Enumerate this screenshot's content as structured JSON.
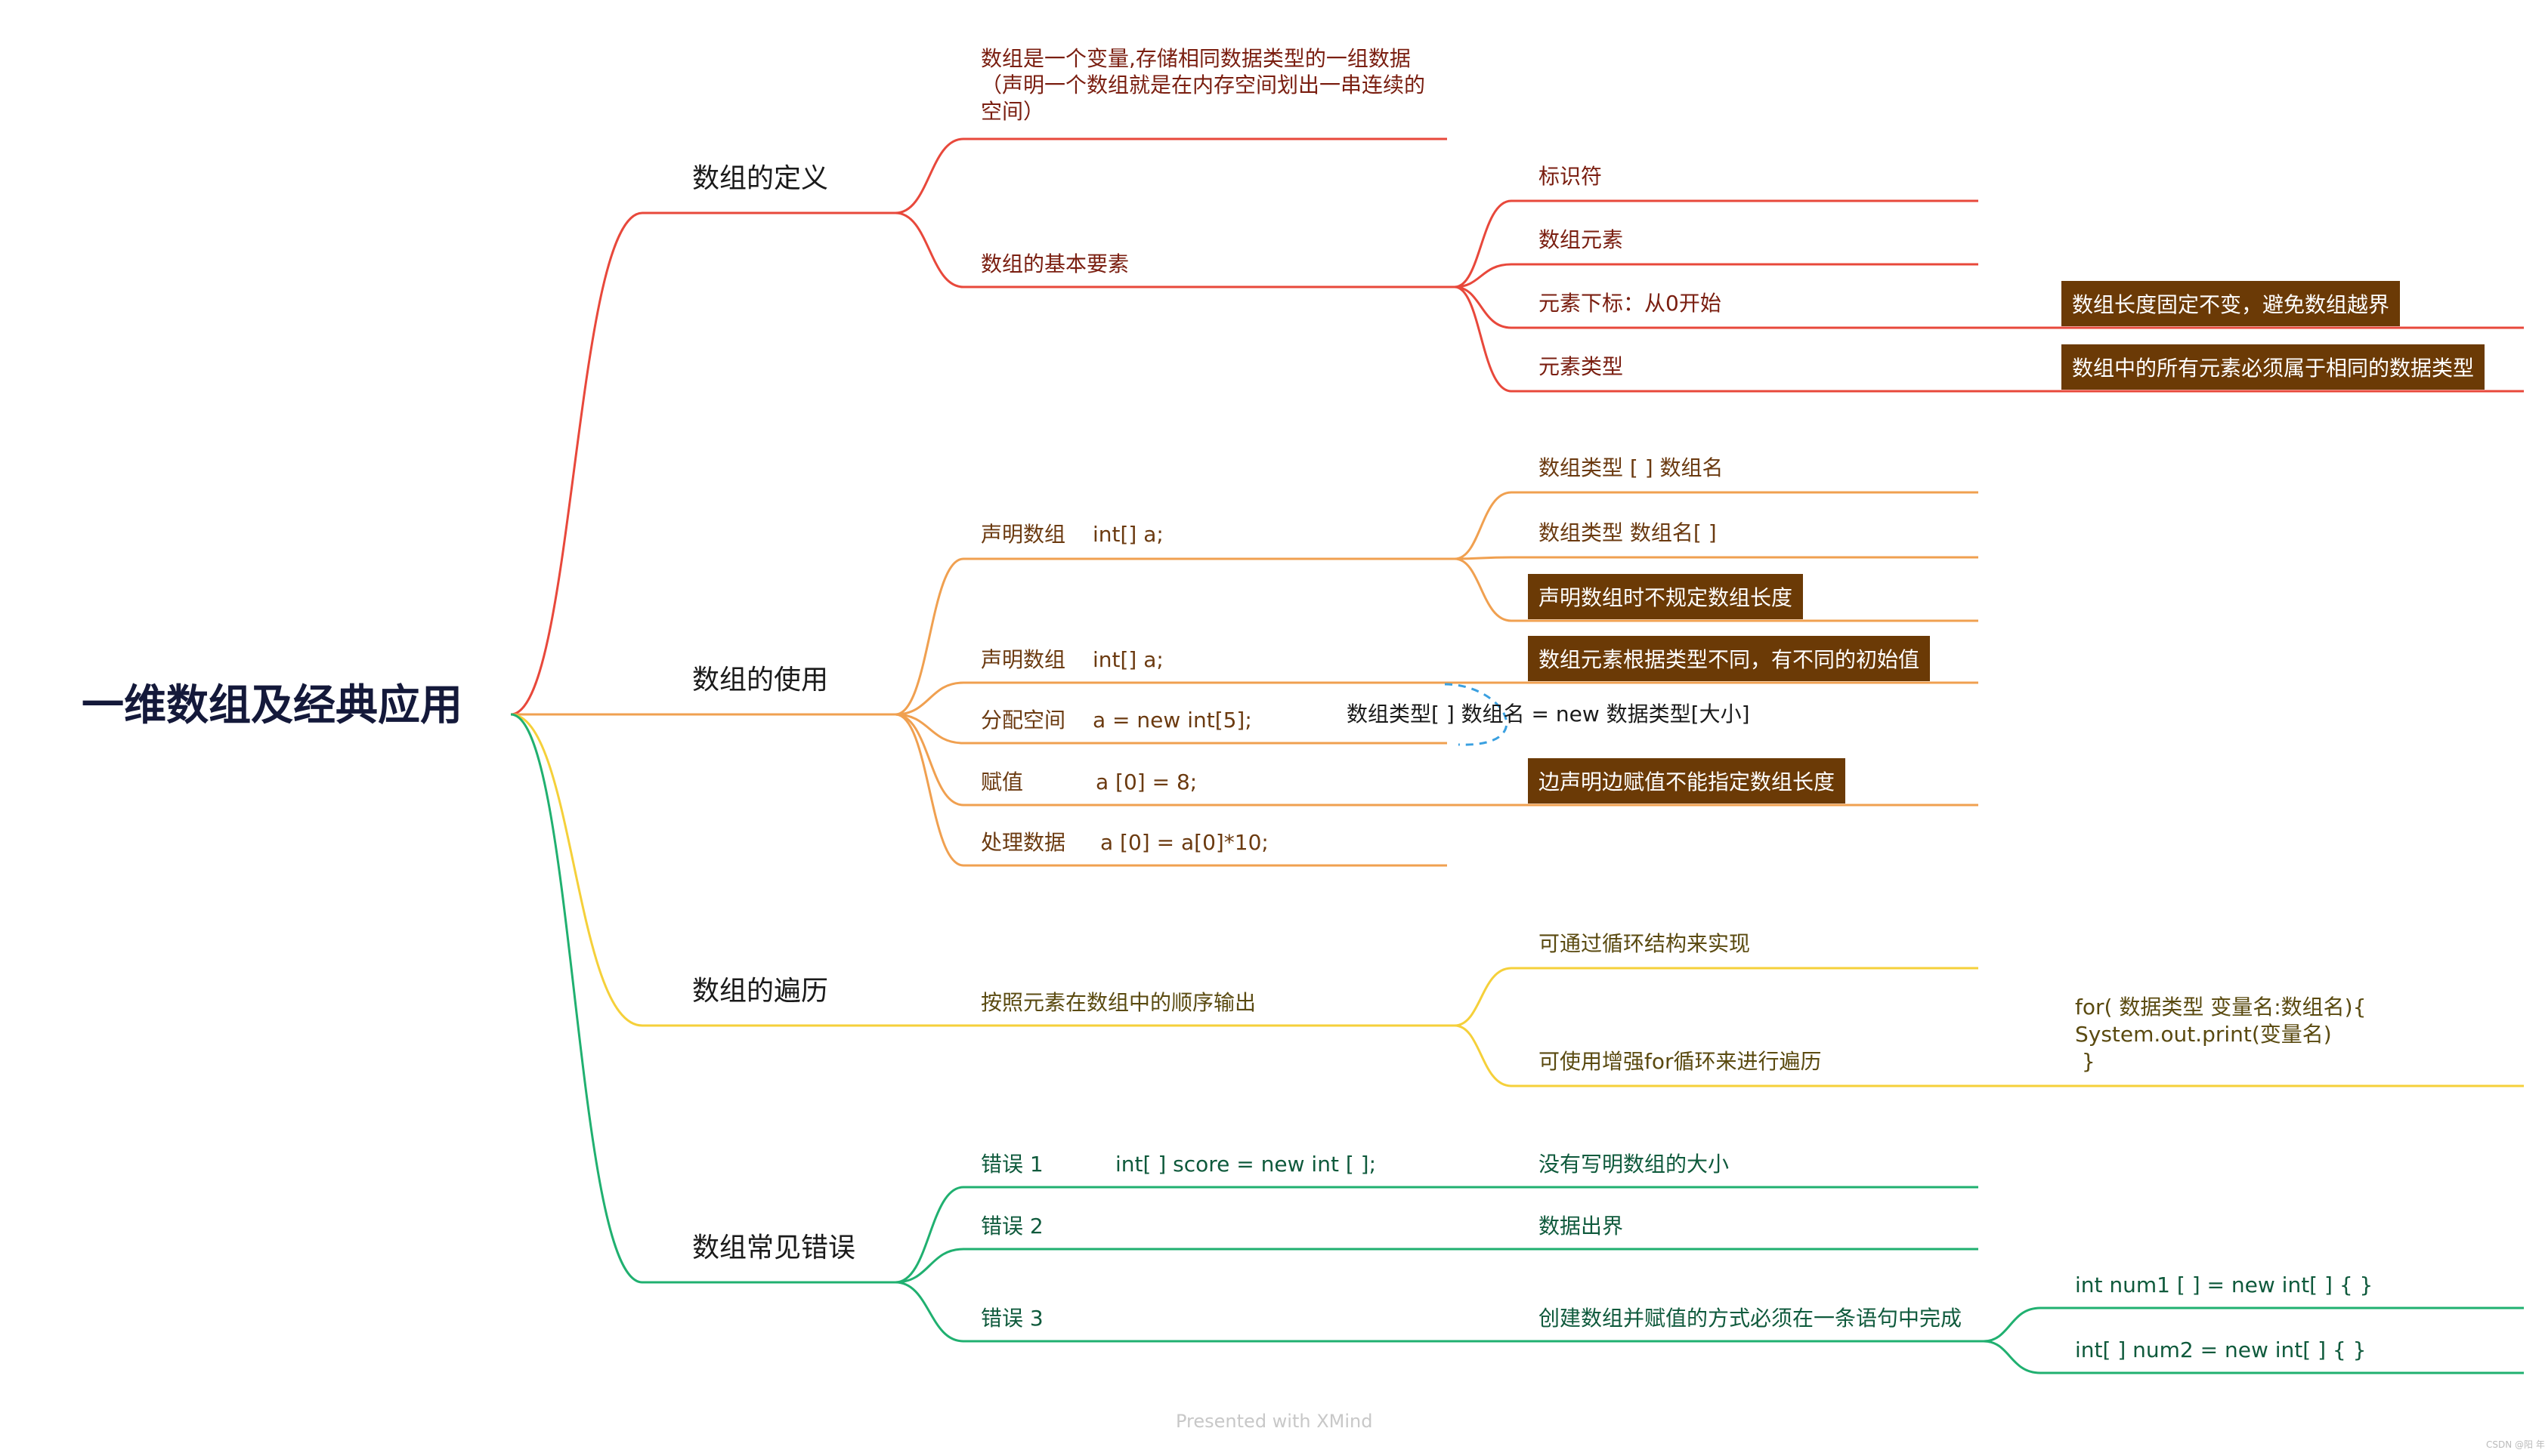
{
  "root": "一维数组及经典应用",
  "branches": {
    "def": {
      "title": "数组的定义",
      "desc": "数组是一个变量,存储相同数据类型的一组数据（声明一个数组就是在内存空间划出一串连续的空间）",
      "elements": {
        "title": "数组的基本要素",
        "items": [
          "标识符",
          "数组元素",
          "元素下标：从0开始",
          "元素类型"
        ],
        "notes": [
          "数组长度固定不变，避免数组越界",
          "数组中的所有元素必须属于相同的数据类型"
        ]
      }
    },
    "use": {
      "title": "数组的使用",
      "declare1": {
        "label": "声明数组",
        "code": "int[] a;"
      },
      "declare_forms": [
        "数组类型 [ ] 数组名",
        "数组类型 数组名[ ]"
      ],
      "declare_note": "声明数组时不规定数组长度",
      "declare2": {
        "label": "声明数组",
        "code": "int[] a;"
      },
      "declare2_note": "数组元素根据类型不同，有不同的初始值",
      "alloc": {
        "label": "分配空间",
        "code": "a = new int[5];"
      },
      "alloc_note": "数组类型[ ] 数组名 = new 数据类型[大小]",
      "assign": {
        "label": "赋值",
        "code": "a [0] = 8;"
      },
      "assign_note": "边声明边赋值不能指定数组长度",
      "process": {
        "label": "处理数据",
        "code": "a [0] = a[0]*10;"
      }
    },
    "traverse": {
      "title": "数组的遍历",
      "desc": "按照元素在数组中的顺序输出",
      "items": [
        "可通过循环结构来实现",
        "可使用增强for循环来进行遍历"
      ],
      "code_lines": [
        "for( 数据类型 变量名:数组名){",
        "System.out.print(变量名)",
        " }"
      ]
    },
    "errors": {
      "title": "数组常见错误",
      "e1": {
        "label": "错误 1",
        "code": "int[ ] score = new int [ ];",
        "note": "没有写明数组的大小"
      },
      "e2": {
        "label": "错误 2",
        "note": "数据出界"
      },
      "e3": {
        "label": "错误 3",
        "note": "创建数组并赋值的方式必须在一条语句中完成"
      },
      "e3_examples": [
        "int num1 [ ] = new int[ ] { }",
        "int[ ] num2 = new int[ ] { }"
      ]
    }
  },
  "footer": "Presented with XMind",
  "watermark": "CSDN @阳 年",
  "colors": {
    "red": "#e8483b",
    "orange": "#f0a050",
    "yellow": "#f5d03a",
    "green": "#20b070",
    "box": "#6b3a06",
    "dashed": "#3aa0e0"
  }
}
